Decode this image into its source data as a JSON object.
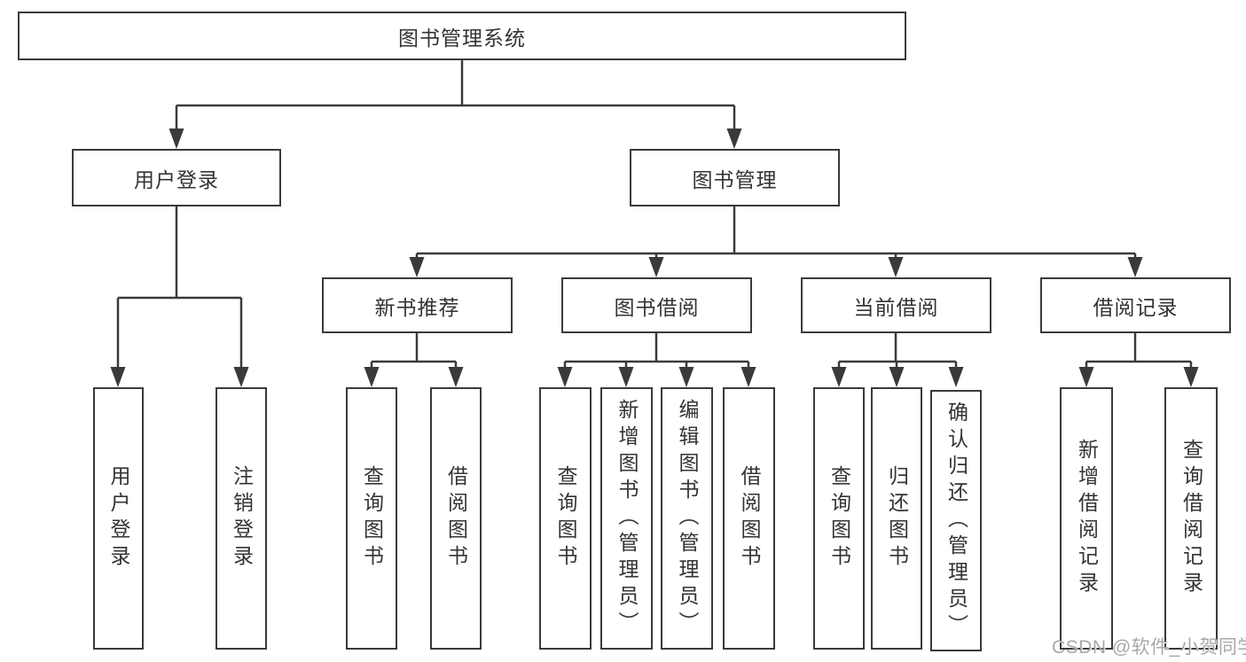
{
  "diagram_title": "图书管理系统",
  "tree": {
    "root": {
      "label": "图书管理系统",
      "children": [
        {
          "label": "用户登录",
          "children": [
            {
              "label": "用户登录"
            },
            {
              "label": "注销登录"
            }
          ]
        },
        {
          "label": "图书管理",
          "children": [
            {
              "label": "新书推荐",
              "children": [
                {
                  "label": "查询图书"
                },
                {
                  "label": "借阅图书"
                }
              ]
            },
            {
              "label": "图书借阅",
              "children": [
                {
                  "label": "查询图书"
                },
                {
                  "label": "新增图书（管理员）"
                },
                {
                  "label": "编辑图书（管理员）"
                },
                {
                  "label": "借阅图书"
                }
              ]
            },
            {
              "label": "当前借阅",
              "children": [
                {
                  "label": "查询图书"
                },
                {
                  "label": "归还图书"
                },
                {
                  "label": "确认归还（管理员）"
                }
              ]
            },
            {
              "label": "借阅记录",
              "children": [
                {
                  "label": "新增借阅记录"
                },
                {
                  "label": "查询借阅记录"
                }
              ]
            }
          ]
        }
      ]
    }
  },
  "watermark": {
    "text": "CSDN @软件_小贺同学"
  },
  "colors": {
    "line": "#3a3a3a",
    "box_border": "#3a3a3a",
    "box_fill": "#ffffff",
    "text": "#333333",
    "watermark": "#9e9e9e",
    "background": "#ffffff"
  }
}
